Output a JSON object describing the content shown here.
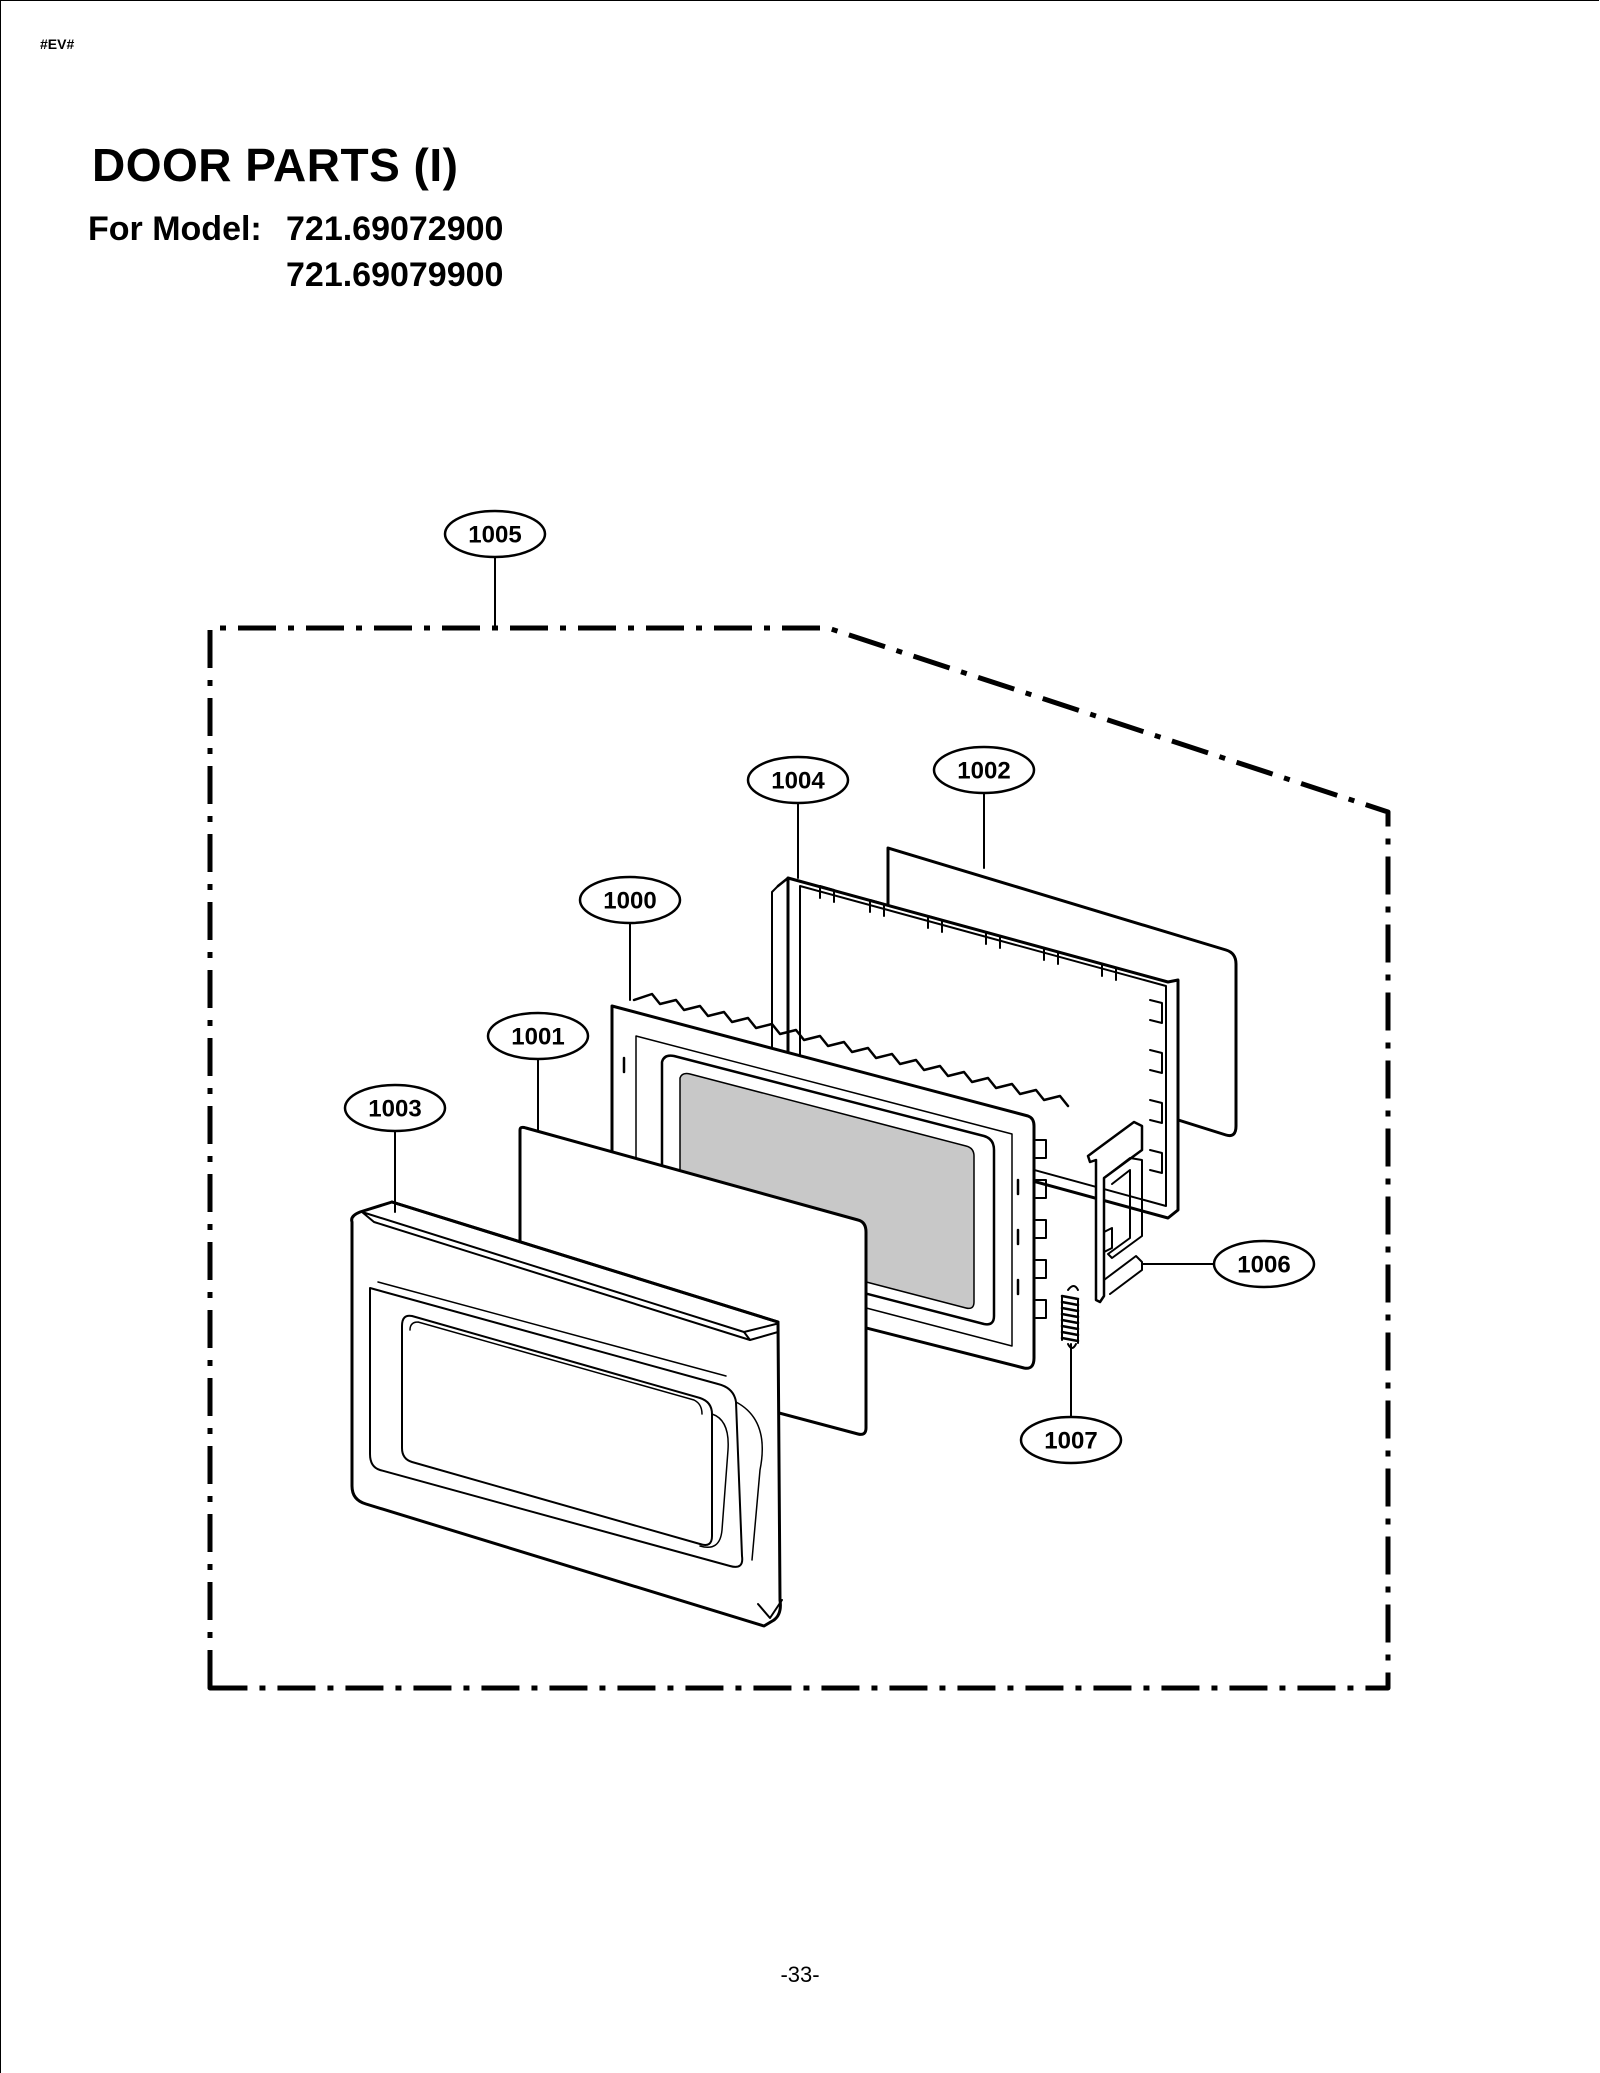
{
  "page": {
    "code_mark": "#EV#",
    "title": "DOOR PARTS (I)",
    "model_label": "For Model:",
    "models": [
      "721.69072900",
      "721.69079900"
    ],
    "page_number": "-33-"
  },
  "diagram": {
    "callouts": [
      {
        "id": "1005"
      },
      {
        "id": "1004"
      },
      {
        "id": "1002"
      },
      {
        "id": "1000"
      },
      {
        "id": "1001"
      },
      {
        "id": "1003"
      },
      {
        "id": "1006"
      },
      {
        "id": "1007"
      }
    ]
  }
}
